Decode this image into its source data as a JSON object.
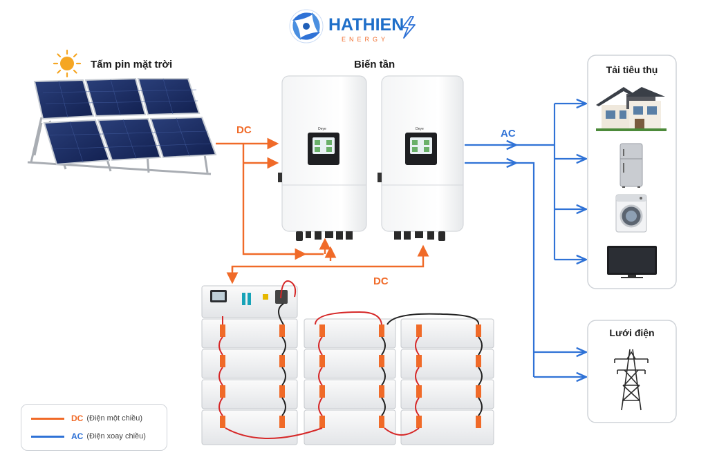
{
  "brand": {
    "name": "HATHIEN",
    "tagline": "ENERGY"
  },
  "labels": {
    "solar_panels": "Tấm pin mặt trời",
    "inverter": "Biến tần",
    "loads": "Tải tiêu thụ",
    "grid": "Lưới điện",
    "dc_top": "DC",
    "ac": "AC",
    "dc_bottom": "DC"
  },
  "legend": [
    {
      "code": "DC",
      "desc": "(Điện một chiều)",
      "color": "#f06a28"
    },
    {
      "code": "AC",
      "desc": "(Điện xoay chiều)",
      "color": "#2f72d6"
    }
  ],
  "colors": {
    "dc": "#f06a28",
    "ac": "#2f72d6",
    "brand_blue": "#1f6fc9",
    "sun": "#f5a623"
  },
  "icons": [
    "sun-icon",
    "solar-panel-array",
    "inverter-unit",
    "battery-rack",
    "house-icon",
    "refrigerator-icon",
    "washing-machine-icon",
    "tv-icon",
    "transmission-tower-icon",
    "lightning-icon"
  ]
}
